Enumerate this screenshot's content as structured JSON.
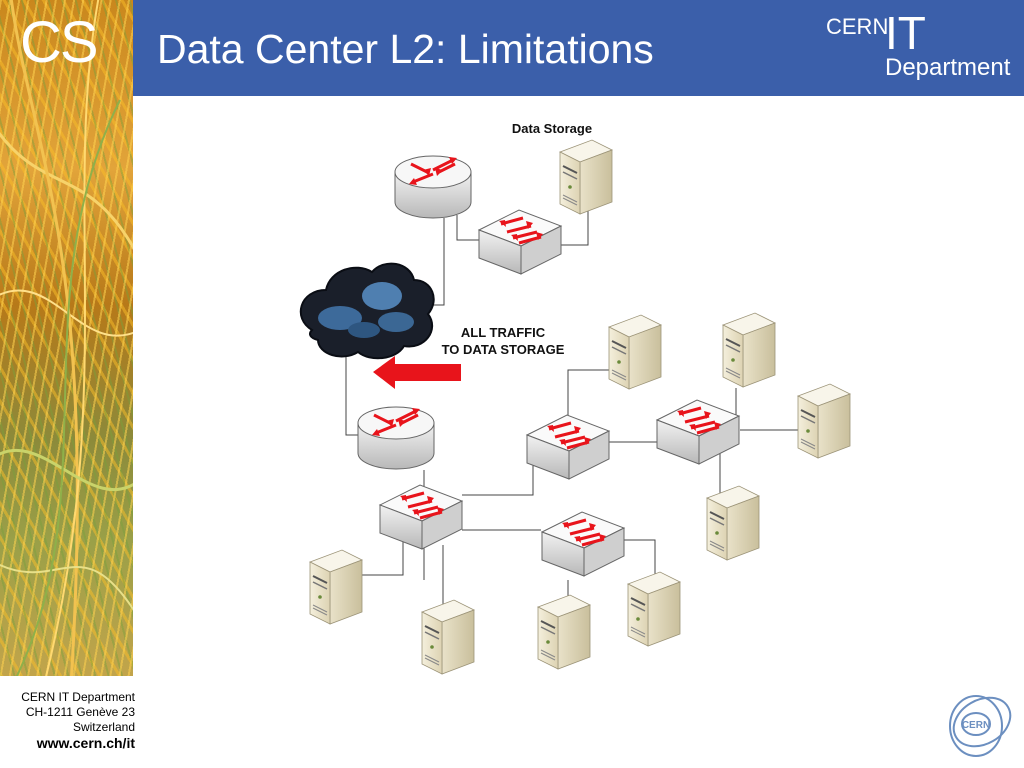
{
  "sidebar": {
    "logo_text": "CS"
  },
  "header": {
    "title": "Data Center L2: Limitations",
    "logo": {
      "cern": "CERN",
      "it": "IT",
      "department": "Department"
    }
  },
  "diagram": {
    "storage_label": "Data Storage",
    "traffic_label_line1": "ALL TRAFFIC",
    "traffic_label_line2": "TO DATA STORAGE",
    "traffic_arrow_color": "#e8141b",
    "icons": [
      "router-icon",
      "switch-icon",
      "server-icon",
      "cloud-icon"
    ]
  },
  "footer": {
    "line1": "CERN IT Department",
    "line2": "CH-1211 Genève 23",
    "line3": "Switzerland",
    "url": "www.cern.ch/it",
    "seal_text": "CERN"
  },
  "colors": {
    "header_bg": "#3b5faa",
    "arrow_red": "#e8141b"
  }
}
